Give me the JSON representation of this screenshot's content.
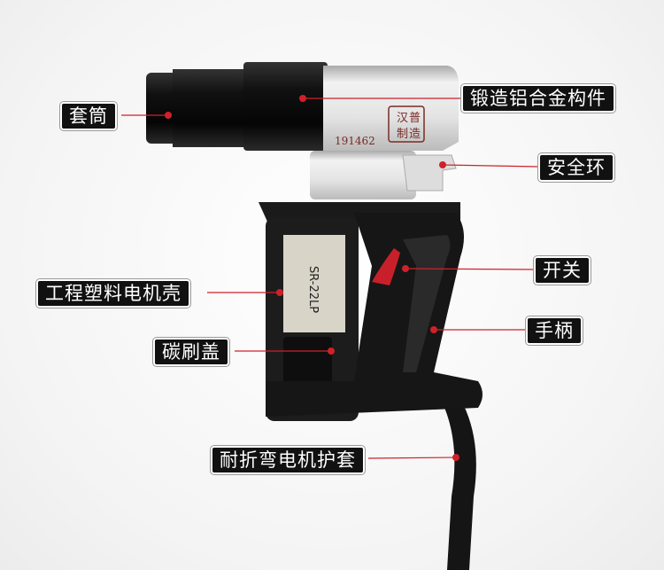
{
  "product": {
    "serial": "191462",
    "stamp": [
      "汉",
      "普",
      "制",
      "造"
    ],
    "model": "SR-22LP"
  },
  "callouts": [
    {
      "id": "socket",
      "text": "套筒"
    },
    {
      "id": "forged-aluminum",
      "text": "锻造铝合金构件"
    },
    {
      "id": "safety-ring",
      "text": "安全环"
    },
    {
      "id": "switch",
      "text": "开关"
    },
    {
      "id": "motor-housing",
      "text": "工程塑料电机壳"
    },
    {
      "id": "handle",
      "text": "手柄"
    },
    {
      "id": "brush-cover",
      "text": "碳刷盖"
    },
    {
      "id": "cable-sheath",
      "text": "耐折弯电机护套"
    }
  ],
  "colors": {
    "accent": "#d0202a",
    "label_bg": "#111111"
  }
}
